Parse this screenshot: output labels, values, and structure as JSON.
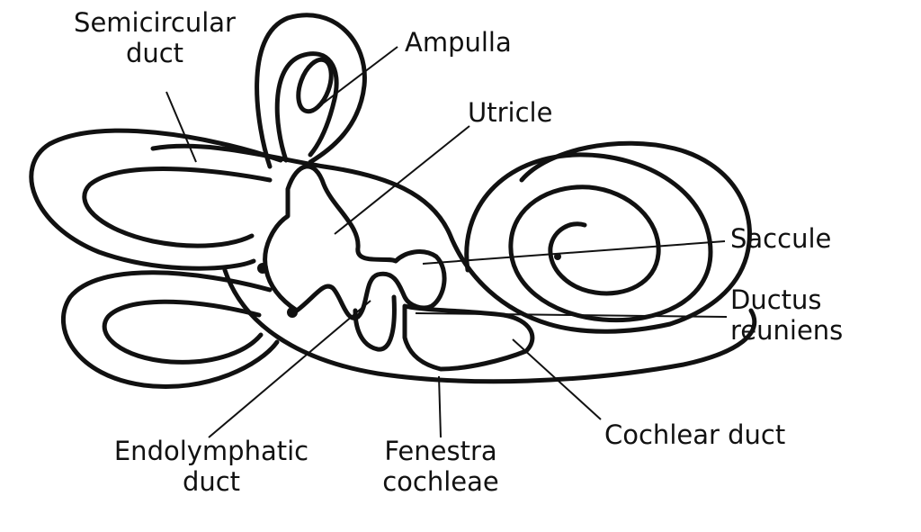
{
  "labels": {
    "semicircular_duct": [
      "Semicircular",
      "duct"
    ],
    "ampulla": "Ampulla",
    "utricle": "Utricle",
    "saccule": "Saccule",
    "ductus_reuniens": [
      "Ductus",
      "reuniens"
    ],
    "cochlear_duct": "Cochlear duct",
    "endolymphatic_duct": [
      "Endolymphatic",
      "duct"
    ],
    "fenestra_cochleae": [
      "Fenestra",
      "cochleae"
    ]
  },
  "colors": {
    "ink": "#111111",
    "background": "#ffffff"
  }
}
